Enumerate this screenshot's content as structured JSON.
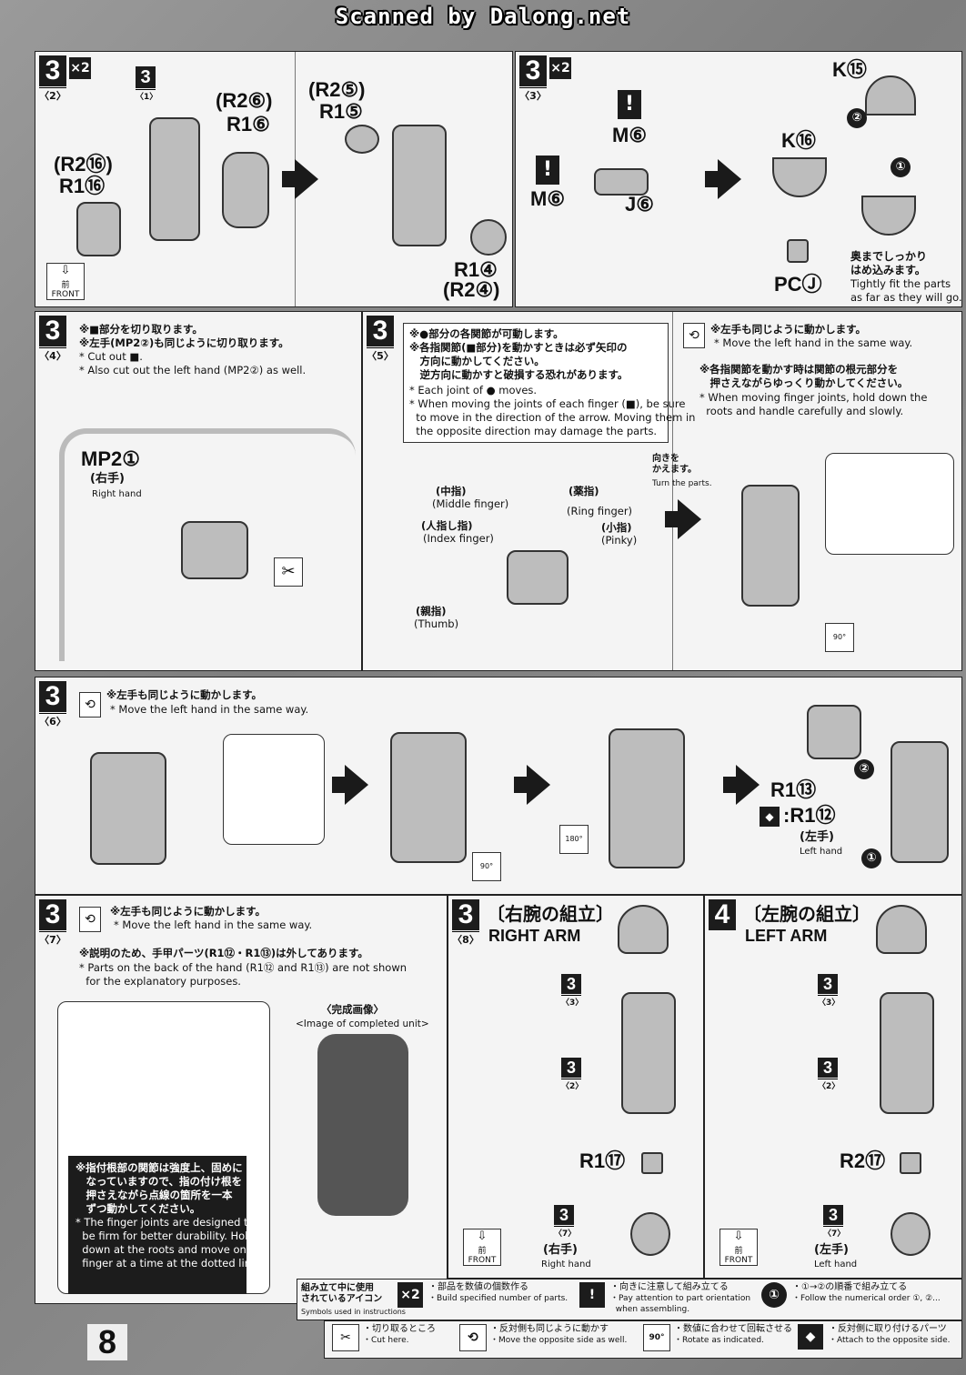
{
  "header": {
    "scan_text": "Scanned by Dalong.net"
  },
  "page_number": "8",
  "step_3_2": {
    "step": "3",
    "sub": "〈2〉",
    "count": "×2",
    "sub_ref": "〈1〉",
    "labels": {
      "a": "(R2⑥)",
      "b": "R1⑥",
      "c": "(R2⑯)",
      "d": "R1⑯",
      "e": "(R2⑤)",
      "f": "R1⑤",
      "g": "R1④",
      "h": "(R2④)"
    },
    "front_jp": "前",
    "front_en": "FRONT"
  },
  "step_3_3": {
    "step": "3",
    "sub": "〈3〉",
    "count": "×2",
    "labels": {
      "k15": "K⑮",
      "k16": "K⑯",
      "m6a": "M⑥",
      "m6b": "M⑥",
      "j6": "J⑥",
      "pcj": "PCⒿ"
    },
    "order1": "①",
    "order2": "②",
    "note_jp": "奥までしっかり\nはめ込みます。",
    "note_en": "Tightly fit the parts\nas far as they will go."
  },
  "step_3_4": {
    "step": "3",
    "sub": "〈4〉",
    "note1_jp": "※■部分を切り取ります。",
    "note2_jp": "※左手(MP2②)も同じように切り取ります。",
    "note1_en": "* Cut out ■.",
    "note2_en": "* Also cut out the left hand (MP2②) as well.",
    "mp2": "MP2①",
    "right_jp": "(右手)",
    "right_en": "Right hand"
  },
  "step_3_5": {
    "step": "3",
    "sub": "〈5〉",
    "box_jp": "※●部分の各関節が可動します。\n※各指関節(■部分)を動かすときは必ず矢印の\n　方向に動かしてください。\n　逆方向に動かすと破損する恐れがあります。",
    "box_en": "* Each joint of ● moves.\n* When moving the joints of each finger (■), be sure\n  to move in the direction of the arrow. Moving them in\n  the opposite direction may damage the parts.",
    "fingers": {
      "middle_jp": "(中指)",
      "middle_en": "(Middle finger)",
      "ring_jp": "(薬指)",
      "ring_en": "(Ring finger)",
      "index_jp": "(人指し指)",
      "index_en": "(Index finger)",
      "pinky_jp": "(小指)",
      "pinky_en": "(Pinky)",
      "thumb_jp": "(親指)",
      "thumb_en": "(Thumb)"
    },
    "left_jp": "※左手も同じように動かします。",
    "left_en": "* Move the left hand in the same way.",
    "root_jp": "※各指関節を動かす時は関節の根元部分を\n　押さえながらゆっくり動かしてください。",
    "root_en": "* When moving finger joints, hold down the\n  roots and handle carefully and slowly.",
    "turn_jp": "向きを\nかえます。",
    "turn_en": "Turn the parts.",
    "rot": "90°"
  },
  "step_3_6": {
    "step": "3",
    "sub": "〈6〉",
    "left_jp": "※左手も同じように動かします。",
    "left_en": "* Move the left hand in the same way.",
    "rot90a": "90°",
    "rot180": "180°",
    "r13": "R1⑬",
    "r12": ":R1⑫",
    "left_hand_jp": "(左手)",
    "left_hand_en": "Left hand",
    "order1": "①",
    "order2": "②"
  },
  "step_3_7": {
    "step": "3",
    "sub": "〈7〉",
    "left_jp": "※左手も同じように動かします。",
    "left_en": "* Move the left hand in the same way.",
    "note_jp": "※説明のため、手甲パーツ(R1⑫・R1⑬)は外してあります。",
    "note_en": "* Parts on the back of the hand (R1⑫ and R1⑬) are not shown\n  for the explanatory purposes.",
    "complete_jp": "〈完成画像〉",
    "complete_en": "<Image of completed unit>",
    "black_jp": "※指付根部の関節は強度上、固めに\n　なっていますので、指の付け根を\n　押さえながら点線の箇所を一本\n　ずつ動かしてください。",
    "black_en": "* The finger joints are designed to\n  be firm for better durability. Hold\n  down at the roots and move one\n  finger at a time at the dotted line."
  },
  "step_3_8": {
    "step": "3",
    "sub": "〈8〉",
    "title_jp": "〔右腕の組立〕",
    "title_en": "RIGHT ARM",
    "r117": "R1⑰",
    "ref3": "〈3〉",
    "ref2": "〈2〉",
    "ref7": "〈7〉",
    "hand_jp": "(右手)",
    "hand_en": "Right hand"
  },
  "step_4": {
    "step": "4",
    "title_jp": "〔左腕の組立〕",
    "title_en": "LEFT ARM",
    "r217": "R2⑰",
    "ref3": "〈3〉",
    "ref2": "〈2〉",
    "ref7": "〈7〉",
    "hand_jp": "(左手)",
    "hand_en": "Left hand"
  },
  "legend": {
    "title_jp": "組み立て中に使用\nされているアイコン",
    "title_en": "Symbols used in instructions",
    "items": [
      {
        "icon": "×2",
        "jp": "・部品を数値の個数作る",
        "en": "・Build specified number of parts."
      },
      {
        "icon": "!",
        "jp": "・向きに注意して組み立てる",
        "en": "・Pay attention to part orientation\n  when assembling."
      },
      {
        "icon": "①",
        "jp": "・①→②の順番で組み立てる",
        "en": "・Follow the numerical order ①, ②..."
      },
      {
        "icon": "✂",
        "jp": "・切り取るところ",
        "en": "・Cut here."
      },
      {
        "icon": "⟲",
        "jp": "・反対側も同じように動かす",
        "en": "・Move the opposite side as well."
      },
      {
        "icon": "90°",
        "jp": "・数値に合わせて回転させる",
        "en": "・Rotate as indicated."
      },
      {
        "icon": "◆",
        "jp": "・反対側に取り付けるパーツ",
        "en": "・Attach to the opposite side."
      }
    ]
  }
}
